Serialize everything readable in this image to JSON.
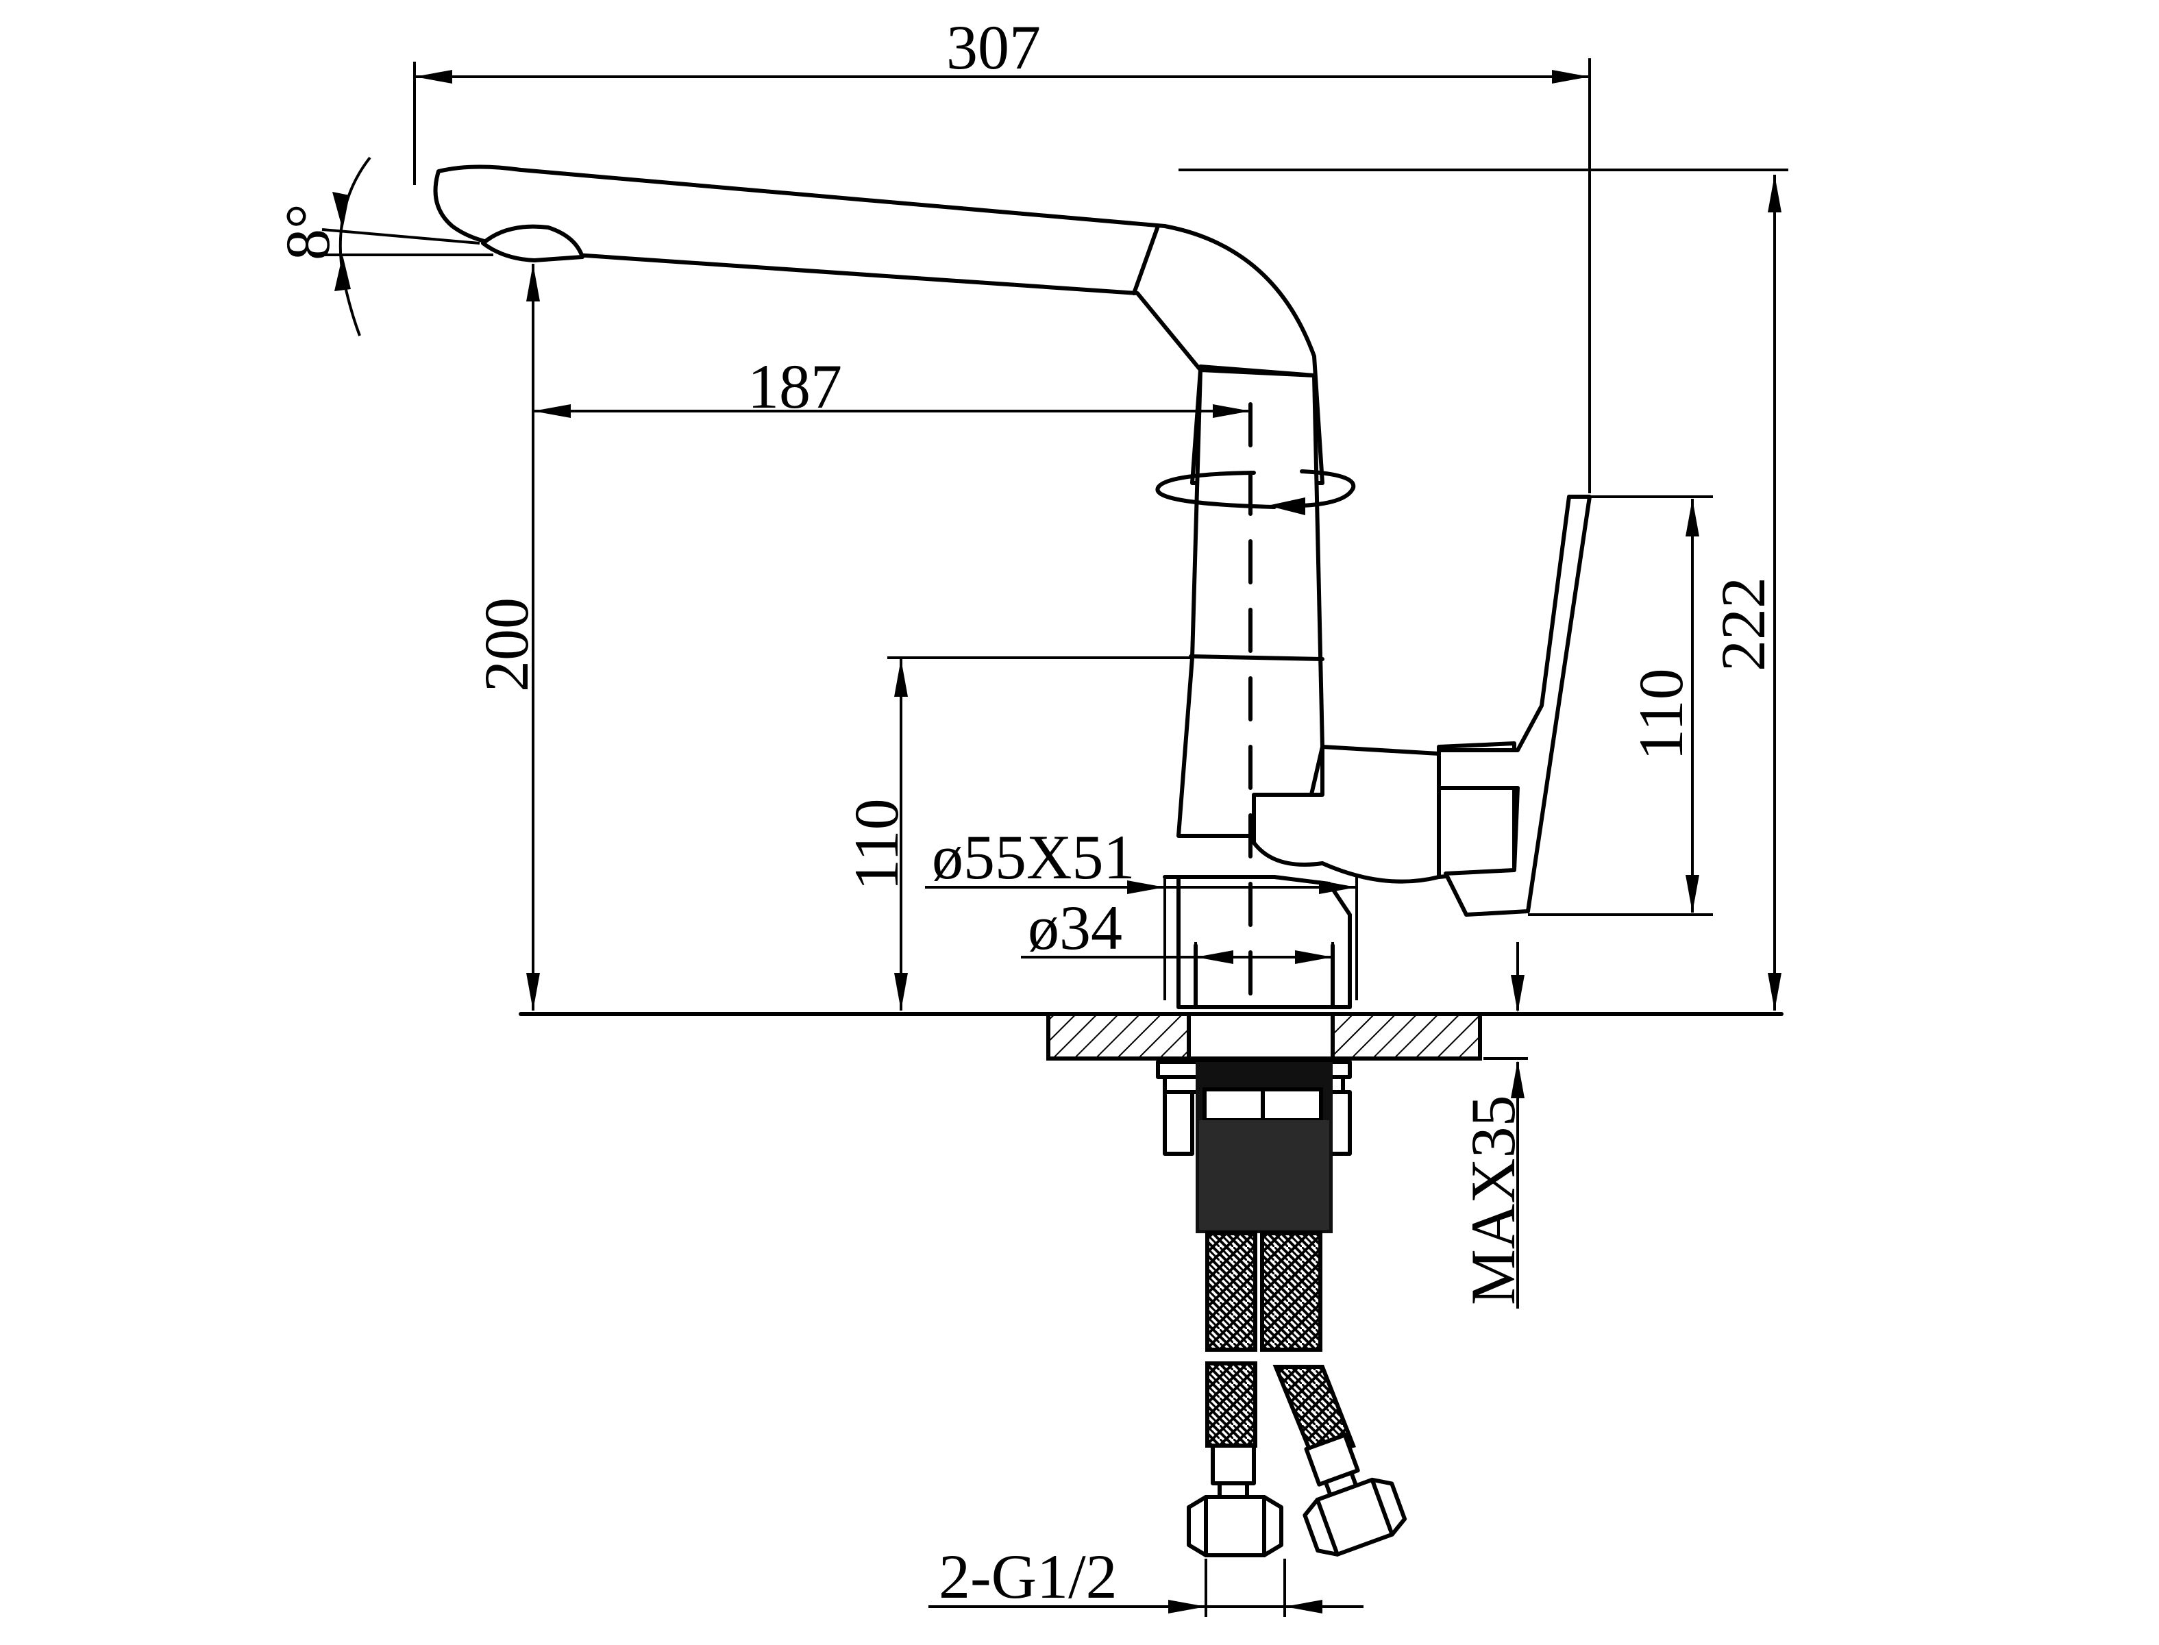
{
  "dimensions": {
    "overall_length": "307",
    "spout_angle": "8°",
    "spout_reach": "187",
    "spout_height": "200",
    "base_to_lever": "110",
    "lever_height": "110",
    "total_height": "222",
    "base_diameter": "ø55X51",
    "body_diameter": "ø34",
    "max_deck_thickness": "MAX35",
    "connection_thread": "2-G1/2"
  },
  "colors": {
    "line": "#000000",
    "background": "#ffffff"
  }
}
